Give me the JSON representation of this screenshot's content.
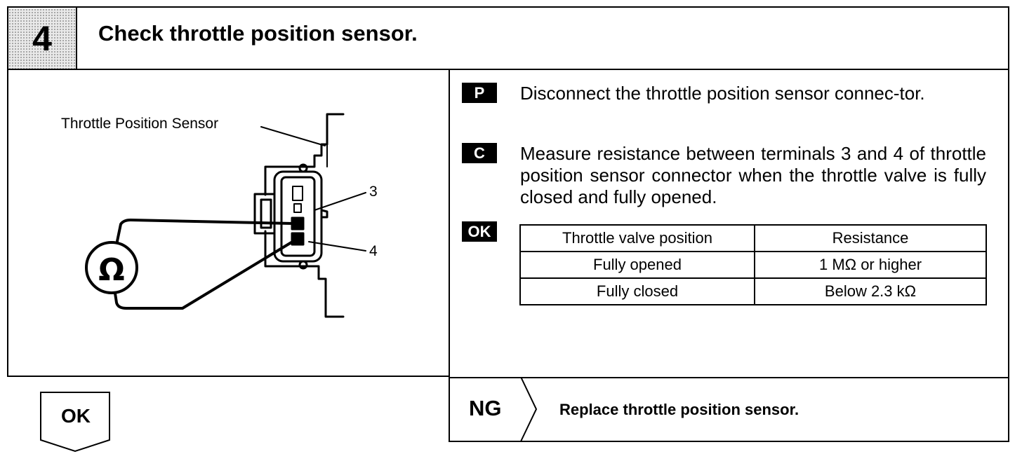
{
  "step": {
    "number": "4",
    "title": "Check throttle position sensor."
  },
  "diagram": {
    "sensor_label": "Throttle Position Sensor",
    "terminal_3": "3",
    "terminal_4": "4",
    "meter_symbol": "Ω"
  },
  "instructions": [
    {
      "badge": "P",
      "text": "Disconnect the throttle position sensor connec-tor."
    },
    {
      "badge": "C",
      "text": "Measure resistance between terminals 3 and 4 of throttle position sensor connector when the throttle valve is fully closed and fully opened."
    }
  ],
  "ok_badge": "OK",
  "spec_table": {
    "headers": [
      "Throttle valve position",
      "Resistance"
    ],
    "rows": [
      [
        "Fully opened",
        "1 MΩ or higher"
      ],
      [
        "Fully closed",
        "Below 2.3 kΩ"
      ]
    ]
  },
  "results": {
    "ok_label": "OK",
    "ng_label": "NG",
    "ng_action": "Replace throttle position sensor."
  }
}
